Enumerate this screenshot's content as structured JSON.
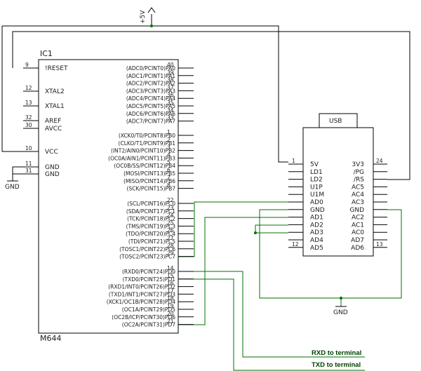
{
  "power": {
    "label": "+5V"
  },
  "gnd_label": "GND",
  "ic1": {
    "ref": "IC1",
    "part": "M644",
    "left_pins": [
      {
        "num": "9",
        "name": "!RESET"
      },
      {
        "num": "12",
        "name": "XTAL2"
      },
      {
        "num": "13",
        "name": "XTAL1"
      },
      {
        "num": "32",
        "name": "AREF"
      },
      {
        "num": "30",
        "name": "AVCC"
      },
      {
        "num": "10",
        "name": "VCC"
      },
      {
        "num": "11",
        "name": "GND"
      },
      {
        "num": "31",
        "name": "GND"
      }
    ],
    "right_pins": [
      {
        "num": "40",
        "name": "(ADC0/PCINT0)PA0"
      },
      {
        "num": "39",
        "name": "(ADC1/PCINT1)PA1"
      },
      {
        "num": "38",
        "name": "(ADC2/PCINT2)PA2"
      },
      {
        "num": "37",
        "name": "(ADC3/PCINT3)PA3"
      },
      {
        "num": "36",
        "name": "(ADC4/PCINT4)PA4"
      },
      {
        "num": "35",
        "name": "(ADC5/PCINT5)PA5"
      },
      {
        "num": "34",
        "name": "(ADC6/PCINT6)PA6"
      },
      {
        "num": "33",
        "name": "(ADC7/PCINT7)PA7"
      },
      {
        "num": "1",
        "name": "(XCK0/T0/PCINT8)PB0"
      },
      {
        "num": "2",
        "name": "(CLKO/T1/PCINT9)PB1"
      },
      {
        "num": "3",
        "name": "(INT2/AIN0/PCINT10)PB2"
      },
      {
        "num": "4",
        "name": "(OC0A/AIN1/PCINT11)PB3"
      },
      {
        "num": "5",
        "name": "(OC0B/SS/PCINT12)PB4"
      },
      {
        "num": "6",
        "name": "(MOSI/PCINT13)PB5"
      },
      {
        "num": "7",
        "name": "(MISO/PCINT14)PB6"
      },
      {
        "num": "8",
        "name": "(SCK/PCINT15)PB7"
      },
      {
        "num": "22",
        "name": "(SCL/PCINT16)PC0"
      },
      {
        "num": "23",
        "name": "(SDA/PCINT17)PC1"
      },
      {
        "num": "24",
        "name": "(TCK/PCINT18)PC2"
      },
      {
        "num": "25",
        "name": "(TMS/PCINT19)PC3"
      },
      {
        "num": "26",
        "name": "(TDO/PCINT20)PC4"
      },
      {
        "num": "27",
        "name": "(TDI/PCINT21)PC5"
      },
      {
        "num": "28",
        "name": "(TOSC1/PCINT22)PC6"
      },
      {
        "num": "29",
        "name": "(TOSC2/PCINT23)PC7"
      },
      {
        "num": "14",
        "name": "(RXD0/PCINT24)PD0"
      },
      {
        "num": "15",
        "name": "(TXD0/PCINT25)PD1"
      },
      {
        "num": "16",
        "name": "(RXD1/INT0/PCINT26)PD2"
      },
      {
        "num": "17",
        "name": "(TXD1/INT1/PCINT27)PD3"
      },
      {
        "num": "18",
        "name": "(XCK1/OC1B/PCINT28)PD4"
      },
      {
        "num": "19",
        "name": "(OC1A/PCINT29)PD5"
      },
      {
        "num": "20",
        "name": "(OC2B/ICP/PCINT30)PD6"
      },
      {
        "num": "21",
        "name": "(OC2A/PCINT31)PD7"
      }
    ]
  },
  "usb": {
    "label": "USB",
    "left_pins": [
      {
        "num": "1",
        "name": "5V"
      },
      {
        "num": "",
        "name": "LD1"
      },
      {
        "num": "",
        "name": "LD2"
      },
      {
        "num": "",
        "name": "U1P"
      },
      {
        "num": "",
        "name": "U1M"
      },
      {
        "num": "",
        "name": "AD0"
      },
      {
        "num": "",
        "name": "GND"
      },
      {
        "num": "",
        "name": "AD1"
      },
      {
        "num": "",
        "name": "AD2"
      },
      {
        "num": "",
        "name": "AD3"
      },
      {
        "num": "",
        "name": "AD4"
      },
      {
        "num": "12",
        "name": "AD5"
      }
    ],
    "right_pins": [
      {
        "num": "24",
        "name": "3V3"
      },
      {
        "num": "",
        "name": "/PG"
      },
      {
        "num": "",
        "name": "/RS"
      },
      {
        "num": "",
        "name": "AC5"
      },
      {
        "num": "",
        "name": "AC4"
      },
      {
        "num": "",
        "name": "AC3"
      },
      {
        "num": "",
        "name": "GND"
      },
      {
        "num": "",
        "name": "AC2"
      },
      {
        "num": "",
        "name": "AC1"
      },
      {
        "num": "",
        "name": "AC0"
      },
      {
        "num": "",
        "name": "AD7"
      },
      {
        "num": "13",
        "name": "AD6"
      }
    ]
  },
  "terminal": {
    "rxd_label": "RXD to terminal",
    "txd_label": "TXD to terminal"
  }
}
